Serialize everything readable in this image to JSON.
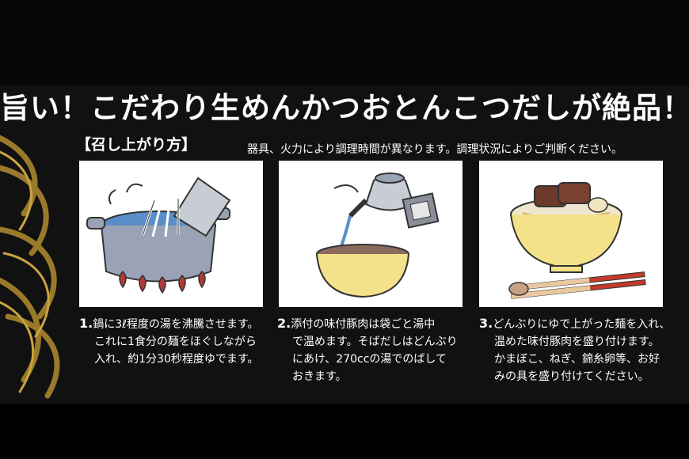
{
  "headline": "旨い！こだわり生めんかつおとんこつだしが絶品！！",
  "section_label": "【召し上がり方】",
  "note": "器具、火力により調理時間が異なります。調理状況によりご判断ください。",
  "steps": [
    {
      "number": "1.",
      "lines": [
        "鍋に3ℓ程度の湯を沸騰させます。",
        "これに1食分の麺をほぐしながら",
        "入れ、約1分30秒程度ゆでます。"
      ]
    },
    {
      "number": "2.",
      "lines": [
        "添付の味付豚肉は袋ごと湯中",
        "で温めます。そばだしはどんぶり",
        "にあけ、270ccの湯でのばして",
        "おきます。"
      ]
    },
    {
      "number": "3.",
      "lines": [
        "どんぶりにゆで上がった麺を入れ、",
        "温めた味付豚肉を盛り付けます。",
        "かまぼこ、ねぎ、錦糸卵等、お好",
        "みの具を盛り付けてください。"
      ]
    }
  ],
  "colors": {
    "background": "#000000",
    "text": "#ffffff",
    "flame": "#b23a3a",
    "pot": "#9aa3b5",
    "bowl": "#f3e28a",
    "chopsticks": "#c23a2a",
    "deco_gold": "#9a7a2a"
  }
}
